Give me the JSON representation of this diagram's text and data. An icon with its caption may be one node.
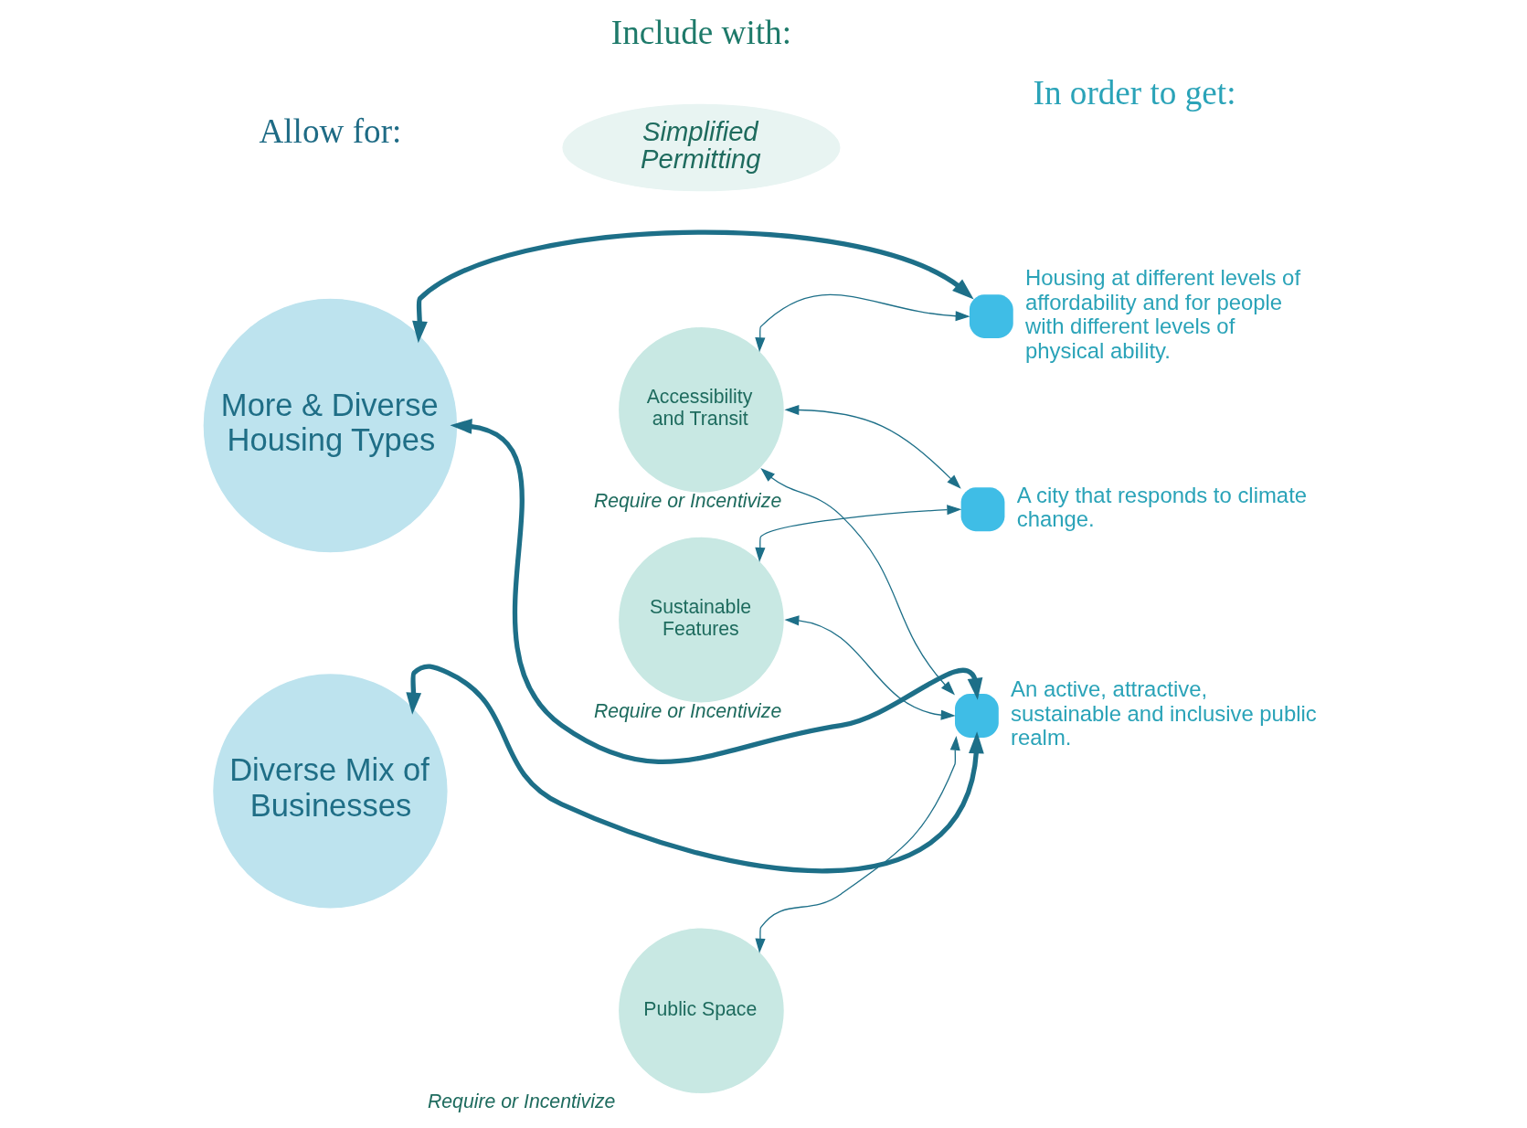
{
  "diagram": {
    "nodes": [
      {
        "text": [
          "More & Diverse Housing Types"
        ]
      },
      {
        "text": [
          "Diverse Mix of Businesses"
        ]
      },
      {
        "text": [
          "Simplified Permitting"
        ]
      },
      {
        "text": [
          "Accessibility and Transit"
        ],
        "beside": [
          "Require or Incentivize"
        ]
      },
      {
        "text": [
          "Sustainable Features"
        ],
        "beside": [
          "Require or Incentivize"
        ]
      },
      {
        "text": [
          "Public Space"
        ],
        "beside": [
          "Require or Incentivize"
        ]
      },
      {
        "text": [],
        "shape": "circle",
        "beside": [
          "Housing at different levels of affordability and for people with different levels of physical ability."
        ]
      },
      {
        "text": [],
        "shape": "circle",
        "beside": [
          "A city that responds to climate change."
        ]
      },
      {
        "text": [],
        "shape": "circle",
        "beside": [
          "An active, attractive, sustainable and inclusive public realm."
        ]
      }
    ],
    "edges": [
      {
        "from": 0,
        "to": 6,
        "arrow": "both",
        "style": "thick"
      },
      {
        "from": 3,
        "to": 6,
        "arrow": "both"
      },
      {
        "from": 3,
        "to": 7,
        "arrow": "both"
      },
      {
        "from": 3,
        "to": 8,
        "arrow": "both"
      },
      {
        "from": 4,
        "to": 7,
        "arrow": "both"
      },
      {
        "from": 4,
        "to": 8,
        "arrow": "both"
      },
      {
        "from": 5,
        "to": 8,
        "arrow": "both"
      },
      {
        "from": 0,
        "to": 8,
        "arrow": "both",
        "style": "thick"
      },
      {
        "from": 1,
        "to": 8,
        "arrow": "both",
        "style": "thick"
      }
    ],
    "labels": [
      "Allow for:",
      "Include with:",
      "In order to get:"
    ]
  }
}
